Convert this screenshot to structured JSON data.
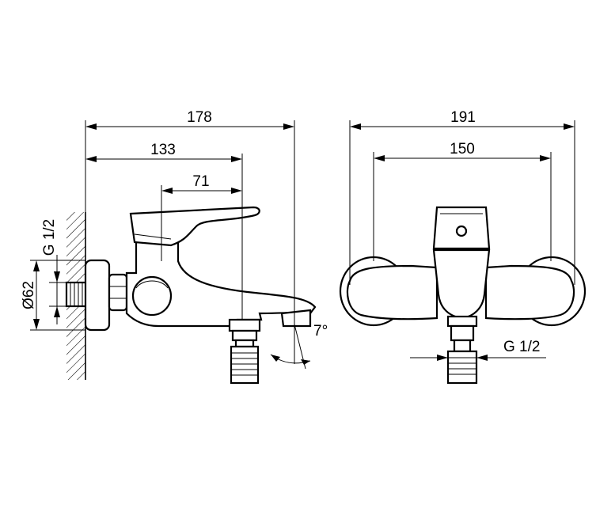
{
  "side_view": {
    "dim_overall_width": "178",
    "dim_body_width": "133",
    "dim_outlet_offset": "71",
    "dim_thread": "G 1/2",
    "dim_diameter": "Ø62",
    "dim_angle": "7°"
  },
  "front_view": {
    "dim_overall_width": "191",
    "dim_connection_spacing": "150",
    "dim_outlet_thread": "G 1/2"
  }
}
